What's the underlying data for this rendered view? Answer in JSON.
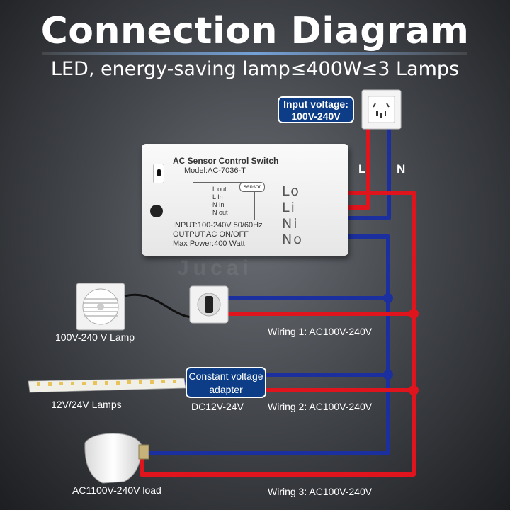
{
  "title": "Connection Diagram",
  "subtitle": "LED, energy-saving lamp≤400W≤3 Lamps",
  "input_label": [
    "Input voltage:",
    "100V-240V"
  ],
  "wire_letters": {
    "l": "L",
    "n": "N"
  },
  "controller": {
    "title": "AC Sensor Control Switch",
    "model": "Model:AC-7036-T",
    "pins": [
      "L out",
      "L  In",
      "N  In",
      "N out"
    ],
    "sensor": "sensor",
    "specs": "INPUT:100-240V 50/60Hz\nOUTPUT:AC ON/OFF\nMax Power:400 Watt",
    "terminals": [
      "Lo",
      "Li",
      "Ni",
      "No"
    ]
  },
  "watermark": "Jucai",
  "loads": {
    "fan_label": "100V-240 V Lamp",
    "strip_label": "12V/24V Lamps",
    "bulb_label": "AC1100V-240V load"
  },
  "adapter": {
    "label": [
      "Constant voltage",
      "adapter"
    ],
    "output": "DC12V-24V"
  },
  "wiring_labels": [
    "Wiring 1: AC100V-240V",
    "Wiring 2: AC100V-240V",
    "Wiring 3: AC100V-240V"
  ],
  "colors": {
    "live_wire": "#e0141c",
    "neutral_wire": "#1c2f9e",
    "label_bg": "#0c3d86"
  }
}
